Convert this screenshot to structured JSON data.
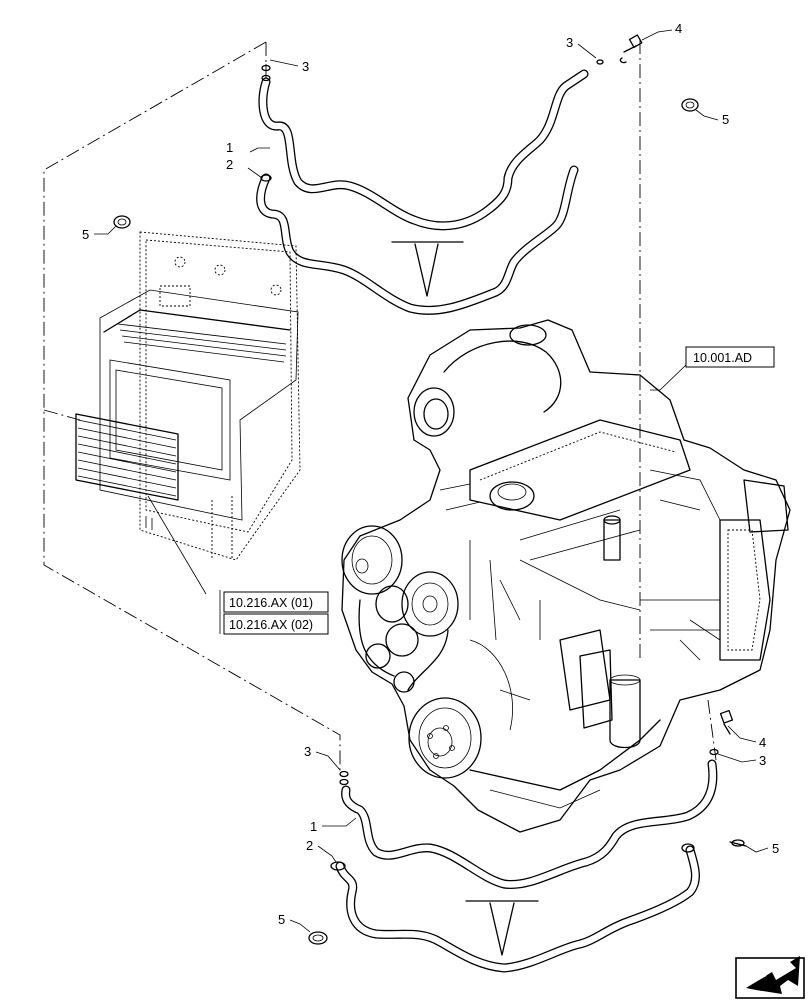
{
  "callouts": {
    "c3_top_left": "3",
    "c3_top_right": "3",
    "c4_top": "4",
    "c5_top_right": "5",
    "c1_top": "1",
    "c2_top": "2",
    "c5_left": "5",
    "c3_bottom_left": "3",
    "c4_bottom": "4",
    "c3_bottom_right": "3",
    "c1_bottom": "1",
    "c2_bottom": "2",
    "c5_bottom_right": "5",
    "c5_bottom_left": "5"
  },
  "references": {
    "engine_ref": "10.001.AD",
    "cooler_ref_1": "10.216.AX (01)",
    "cooler_ref_2": "10.216.AX (02)"
  }
}
